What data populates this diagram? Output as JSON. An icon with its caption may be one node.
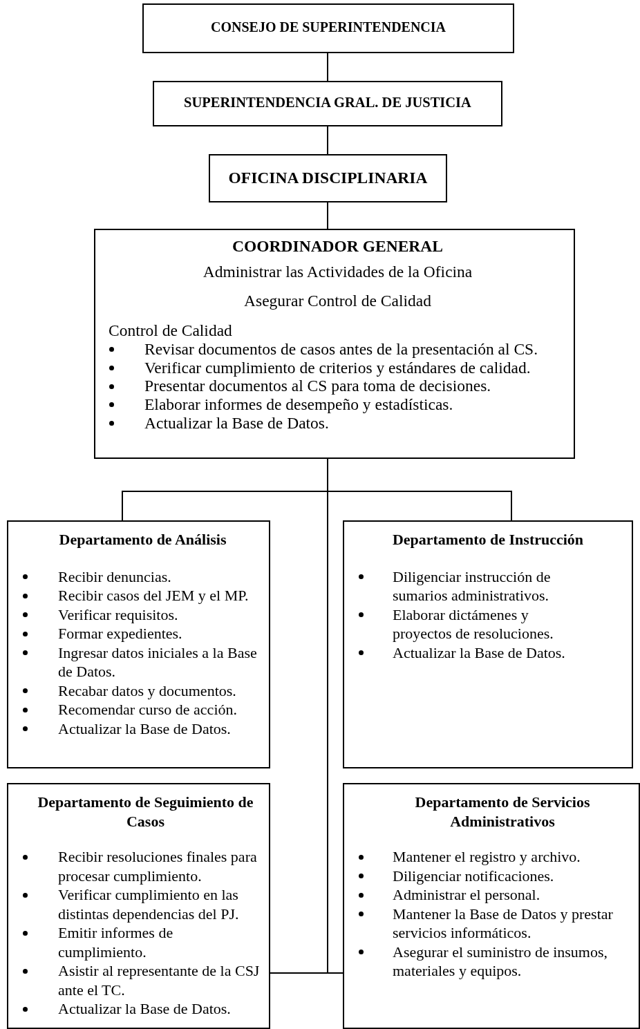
{
  "diagram": {
    "nodes": [
      {
        "text": [
          "CONSEJO DE SUPERINTENDENCIA"
        ]
      },
      {
        "text": [
          "SUPERINTENDENCIA GRAL. DE JUSTICIA"
        ]
      },
      {
        "text": [
          "OFICINA DISCIPLINARIA"
        ]
      },
      {
        "text": [
          "COORDINADOR GENERAL",
          "Administrar las Actividades de la Oficina",
          "Asegurar Control de Calidad",
          "Control de Calidad",
          "Revisar documentos de casos antes de la presentación al CS.",
          "Verificar cumplimiento de criterios y estándares de calidad.",
          "Presentar documentos al CS para toma de decisiones.",
          "Elaborar informes de desempeño y estadísticas.",
          "Actualizar la Base de Datos."
        ]
      },
      {
        "text": [
          "Departamento de Análisis",
          "Recibir denuncias.",
          "Recibir casos del JEM y el MP.",
          "Verificar requisitos.",
          "Formar expedientes.",
          "Ingresar datos iniciales a la Base de Datos.",
          "Recabar datos y documentos.",
          "Recomendar curso de acción.",
          "Actualizar la Base de Datos."
        ]
      },
      {
        "text": [
          "Departamento de Instrucción",
          "Diligenciar instrucción de sumarios administrativos.",
          "Elaborar dictámenes y proyectos de resoluciones.",
          "Actualizar la Base de Datos."
        ]
      },
      {
        "text": [
          "Departamento de Seguimiento de Casos",
          "Recibir resoluciones finales para procesar cumplimiento.",
          "Verificar cumplimiento en las distintas dependencias del PJ.",
          "Emitir informes de cumplimiento.",
          "Asistir al representante de la CSJ ante el TC.",
          "Actualizar la Base de Datos."
        ]
      },
      {
        "text": [
          "Departamento de Servicios Administrativos",
          "Mantener el registro y archivo.",
          "Diligenciar notificaciones.",
          "Administrar el personal.",
          "Mantener la Base de Datos y prestar servicios informáticos.",
          "Asegurar el suministro de insumos, materiales y equipos."
        ]
      }
    ],
    "edges": [
      {
        "from": 0,
        "to": 1,
        "arrow": "none"
      },
      {
        "from": 1,
        "to": 2,
        "arrow": "none"
      },
      {
        "from": 2,
        "to": 3,
        "arrow": "none"
      },
      {
        "from": 3,
        "to": 4,
        "arrow": "none"
      },
      {
        "from": 3,
        "to": 5,
        "arrow": "none"
      },
      {
        "from": 3,
        "to": 6,
        "arrow": "none"
      },
      {
        "from": 3,
        "to": 7,
        "arrow": "none"
      }
    ]
  }
}
